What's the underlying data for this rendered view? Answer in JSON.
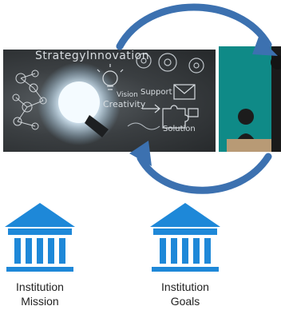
{
  "strategy_image": {
    "words": {
      "strategy": "Strategy",
      "innovation": "Innovation",
      "vision": "Vision",
      "creativity": "Creativity",
      "support": "Support",
      "solution": "Solution"
    }
  },
  "items": [
    {
      "line1": "Institution",
      "line2": "Mission",
      "color": "#1e88d8"
    },
    {
      "line1": "Institution",
      "line2": "Goals",
      "color": "#1e88d8"
    }
  ],
  "colors": {
    "arrow": "#3c71b0",
    "arrow_edge": "#2c5a94",
    "building": "#1e88d8",
    "classroom": "#0f8a87"
  }
}
